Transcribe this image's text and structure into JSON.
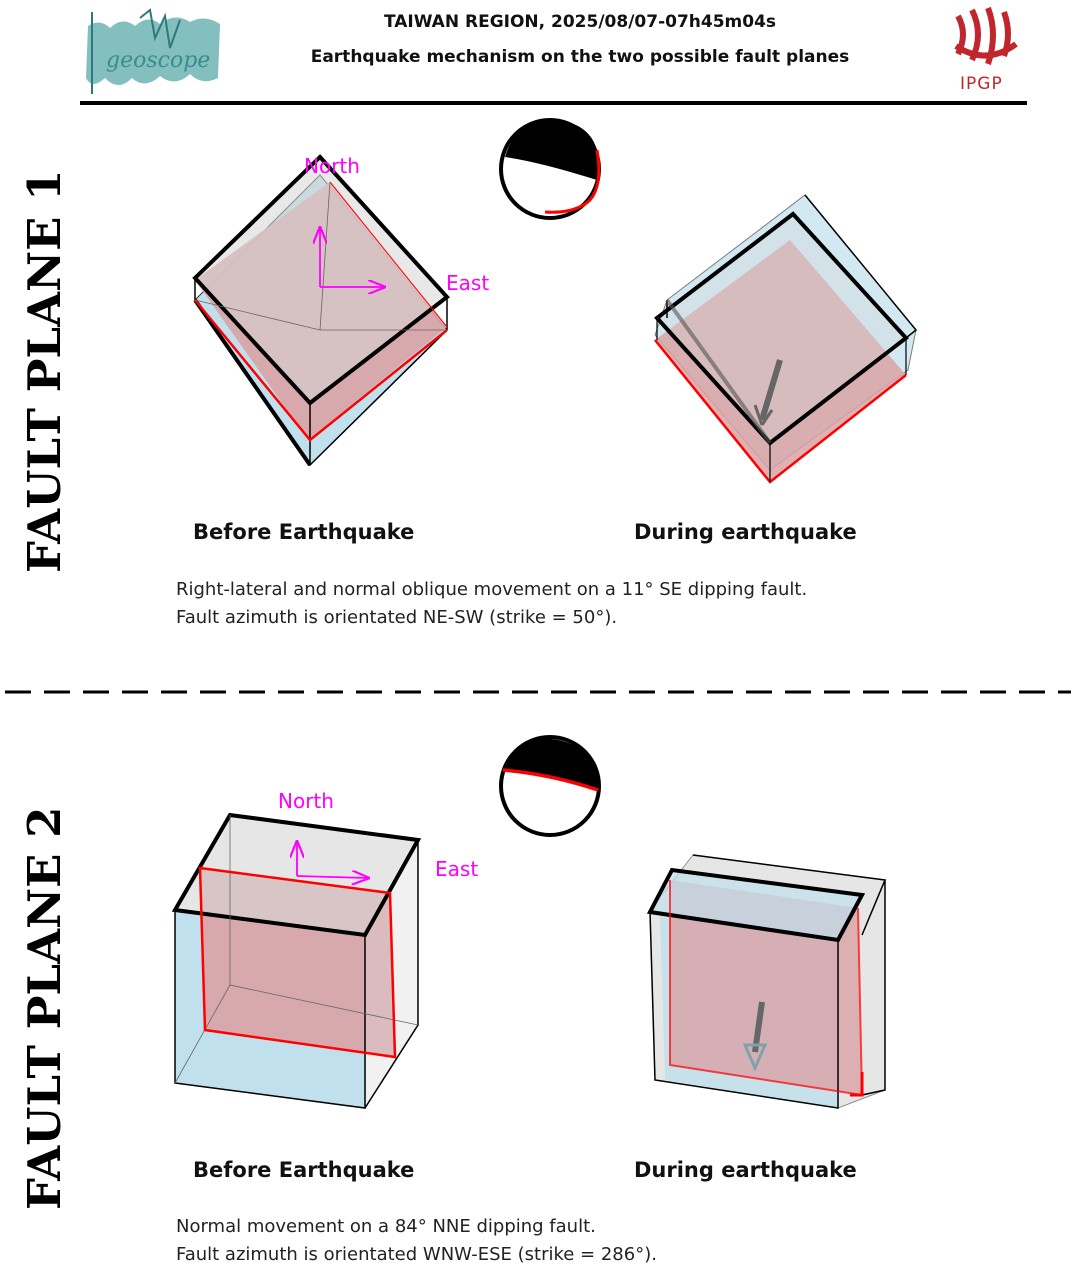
{
  "header": {
    "title": "TAIWAN REGION, 2025/08/07-07h45m04s",
    "subtitle": "Earthquake mechanism on the two possible fault planes",
    "left_logo_text": "geoscope",
    "right_logo_text": "IPGP"
  },
  "panel1": {
    "side_label": "FAULT PLANE 1",
    "north_label": "North",
    "east_label": "East",
    "before_caption": "Before Earthquake",
    "during_caption": "During earthquake",
    "desc_line1": "Right-lateral and normal oblique movement on a 11° SE dipping fault.",
    "desc_line2": "Fault azimuth is orientated NE-SW (strike = 50°)."
  },
  "panel2": {
    "side_label": "FAULT PLANE 2",
    "north_label": "North",
    "east_label": "East",
    "before_caption": "Before Earthquake",
    "during_caption": "During earthquake",
    "desc_line1": "Normal movement on a 84° NNE dipping fault.",
    "desc_line2": "Fault azimuth is orientated WNW-ESE (strike = 286°)."
  },
  "colors": {
    "fault_plane": "#d9a3a6",
    "fault_edge": "#ff0000",
    "lower_block": "#bfe0ec",
    "upper_block": "#cfcfcf",
    "arrow": "#ff00ff"
  }
}
